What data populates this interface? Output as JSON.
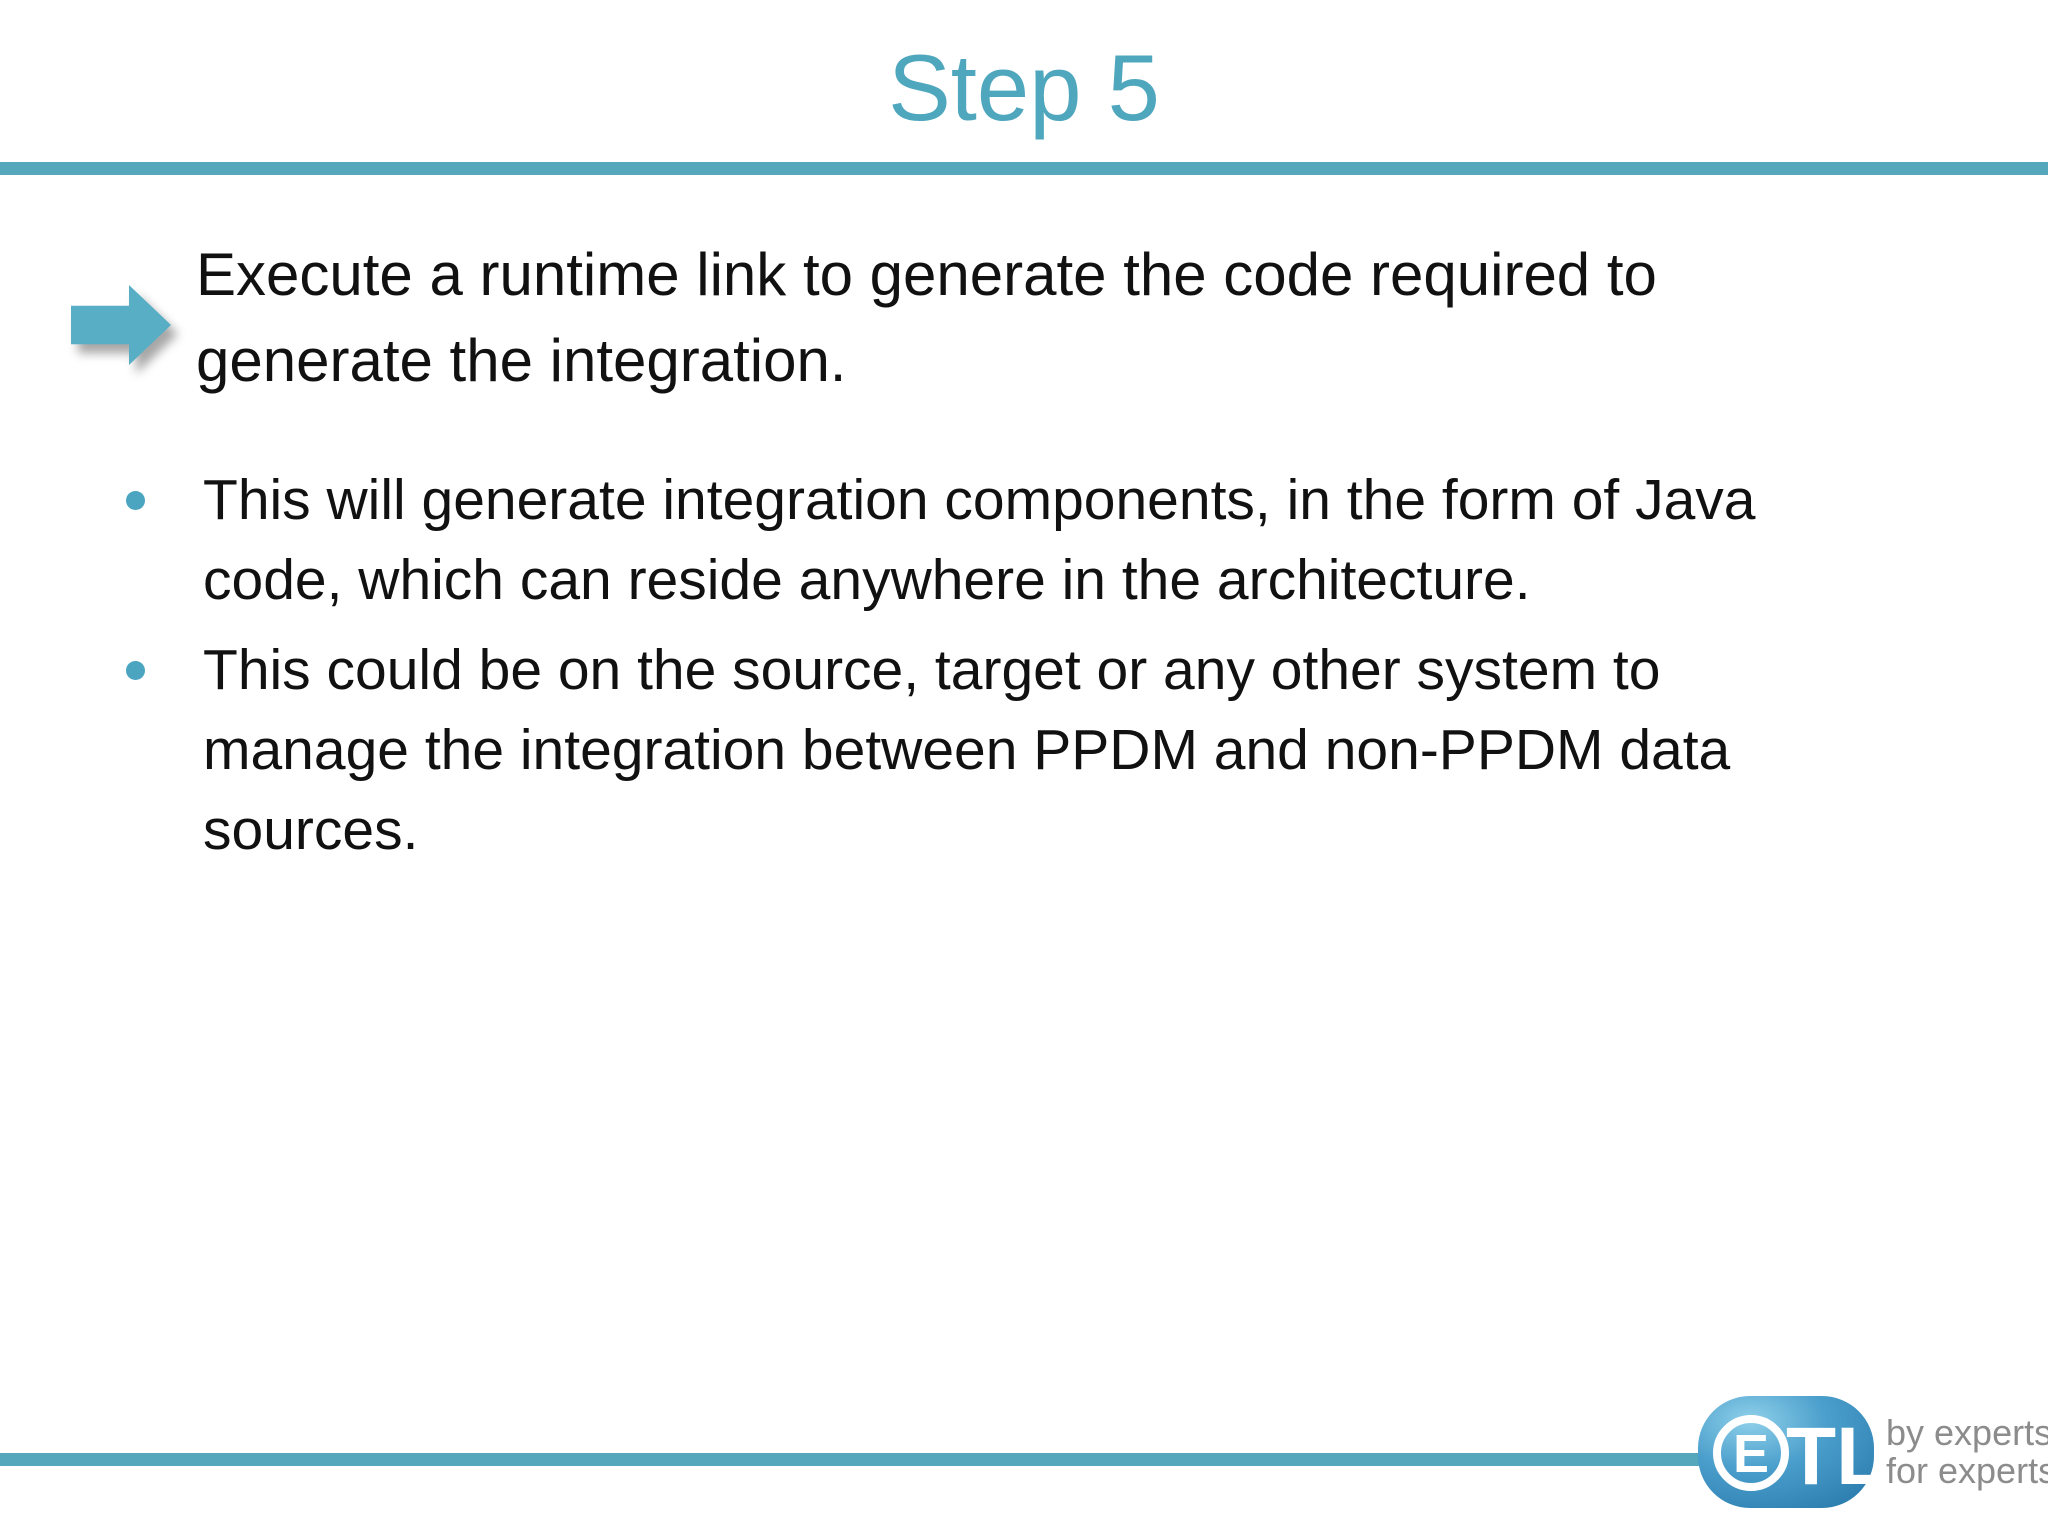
{
  "slide": {
    "title": "Step 5",
    "heading": {
      "text": "Execute a runtime link to generate the code required to generate the integration.",
      "lines": [
        "Execute a runtime link to generate the code required to",
        "generate the integration."
      ]
    },
    "bullets": [
      {
        "text": "This will generate integration components, in the form of Java code, which can reside anywhere in the architecture.",
        "lines": [
          "This will generate integration components, in the form of Java",
          "code, which can reside anywhere in the architecture."
        ]
      },
      {
        "text": "This could be on the source, target or any other system to manage the integration between PPDM and non-PPDM data sources.",
        "lines": [
          "This could be on the source, target or any other system to",
          "manage the integration between PPDM and non-PPDM data",
          "sources."
        ]
      }
    ],
    "logo": {
      "letters": "ETL",
      "letter_e": "E",
      "letters_tl": "TL",
      "tagline_line1": "by experts",
      "tagline_line2": "for experts"
    },
    "icons": {
      "arrow_icon": "right-block-arrow",
      "bullet_icon": "round-dot"
    },
    "colors": {
      "accent_teal": "#55a8bc",
      "title_teal": "#4fa7be",
      "arrow_teal": "#57aec5",
      "bullet_teal": "#4ba4c0",
      "body_text": "#111111",
      "logo_blue": "#3a92c2",
      "tagline_gray": "#8c8c8c"
    }
  }
}
